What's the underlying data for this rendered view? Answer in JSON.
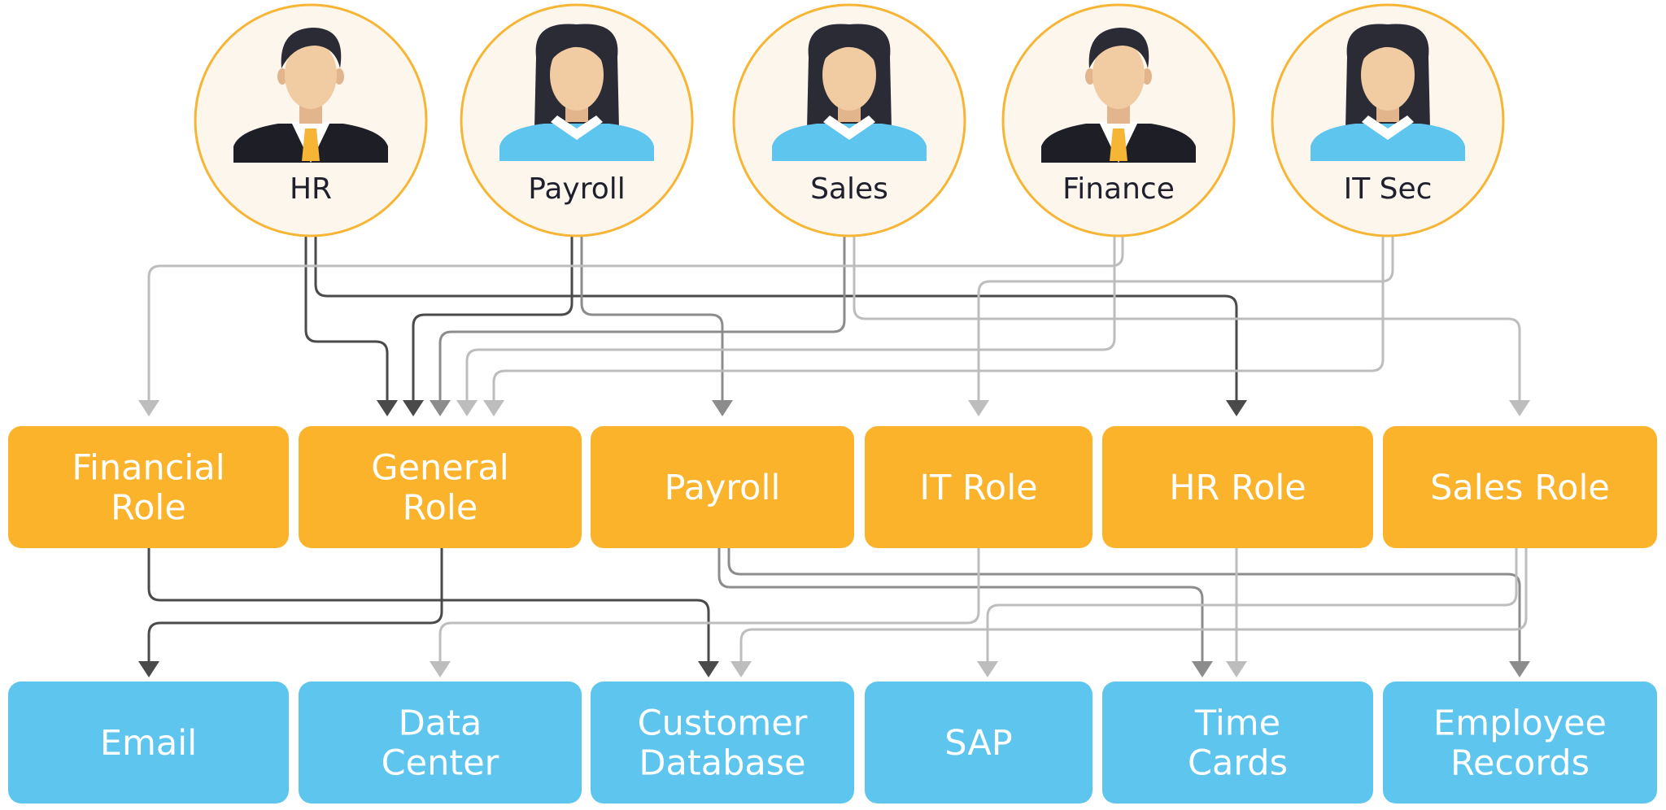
{
  "colors": {
    "role_box": "#FBB32C",
    "resource_box": "#5EC5EE",
    "circle_fill": "#FDF6EC",
    "circle_stroke": "#F6B535",
    "dark_arrow": "#4A4A4A",
    "mid_arrow": "#8C8C8C",
    "light_arrow": "#BDBDBD"
  },
  "people": [
    {
      "id": "hr",
      "label": "HR",
      "avatar": "male-avatar-icon"
    },
    {
      "id": "payroll",
      "label": "Payroll",
      "avatar": "female-avatar-icon"
    },
    {
      "id": "sales",
      "label": "Sales",
      "avatar": "female-avatar-icon"
    },
    {
      "id": "finance",
      "label": "Finance",
      "avatar": "male-avatar-icon"
    },
    {
      "id": "itsec",
      "label": "IT Sec",
      "avatar": "female-avatar-icon"
    }
  ],
  "roles": [
    {
      "id": "financial",
      "lines": [
        "Financial",
        "Role"
      ]
    },
    {
      "id": "general",
      "lines": [
        "General",
        "Role"
      ]
    },
    {
      "id": "payroll",
      "lines": [
        "Payroll"
      ]
    },
    {
      "id": "it",
      "lines": [
        "IT Role"
      ]
    },
    {
      "id": "hr",
      "lines": [
        "HR Role"
      ]
    },
    {
      "id": "sales",
      "lines": [
        "Sales Role"
      ]
    }
  ],
  "resources": [
    {
      "id": "email",
      "lines": [
        "Email"
      ]
    },
    {
      "id": "datacenter",
      "lines": [
        "Data",
        "Center"
      ]
    },
    {
      "id": "customerdb",
      "lines": [
        "Customer",
        "Database"
      ]
    },
    {
      "id": "sap",
      "lines": [
        "SAP"
      ]
    },
    {
      "id": "timecards",
      "lines": [
        "Time",
        "Cards"
      ]
    },
    {
      "id": "employeerecords",
      "lines": [
        "Employee",
        "Records"
      ]
    }
  ],
  "person_to_role": [
    {
      "from": "hr",
      "to": "general",
      "tone": "dark"
    },
    {
      "from": "hr",
      "to": "hr",
      "tone": "dark"
    },
    {
      "from": "payroll",
      "to": "general",
      "tone": "dark"
    },
    {
      "from": "payroll",
      "to": "payroll",
      "tone": "mid"
    },
    {
      "from": "sales",
      "to": "general",
      "tone": "mid"
    },
    {
      "from": "sales",
      "to": "sales",
      "tone": "light"
    },
    {
      "from": "finance",
      "to": "financial",
      "tone": "light"
    },
    {
      "from": "finance",
      "to": "general",
      "tone": "light"
    },
    {
      "from": "itsec",
      "to": "it",
      "tone": "light"
    },
    {
      "from": "itsec",
      "to": "general",
      "tone": "light"
    }
  ],
  "role_to_resource": [
    {
      "from": "financial",
      "to": "customerdb",
      "tone": "dark"
    },
    {
      "from": "general",
      "to": "email",
      "tone": "dark"
    },
    {
      "from": "payroll",
      "to": "timecards",
      "tone": "mid"
    },
    {
      "from": "payroll",
      "to": "employeerecords",
      "tone": "mid"
    },
    {
      "from": "it",
      "to": "datacenter",
      "tone": "light"
    },
    {
      "from": "hr",
      "to": "timecards",
      "tone": "light"
    },
    {
      "from": "sales",
      "to": "sap",
      "tone": "light"
    },
    {
      "from": "sales",
      "to": "customerdb",
      "tone": "light"
    }
  ]
}
